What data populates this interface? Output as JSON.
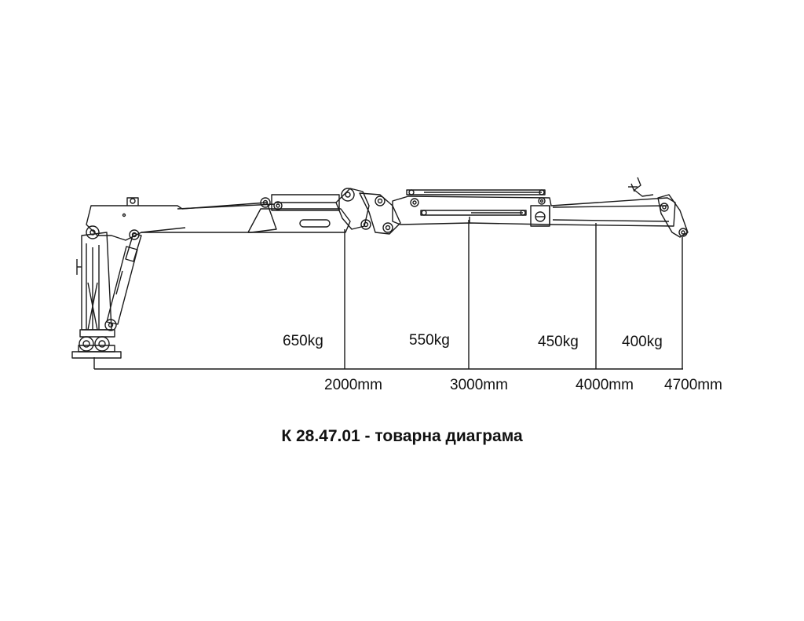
{
  "title": "К 28.47.01 - товарна диаграма",
  "diagram": {
    "loads": [
      "650kg",
      "550kg",
      "450kg",
      "400kg"
    ],
    "distances": [
      "2000mm",
      "3000mm",
      "4000mm",
      "4700mm"
    ]
  },
  "colors": {
    "line": "#1a1a1a",
    "background": "#ffffff"
  }
}
